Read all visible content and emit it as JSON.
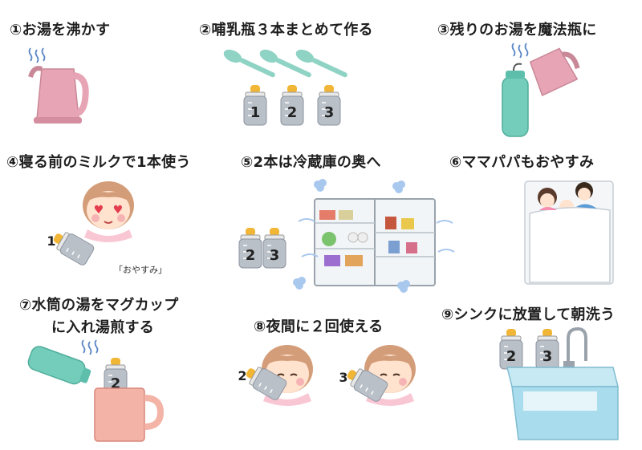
{
  "steps": [
    {
      "label": "①お湯を沸かす"
    },
    {
      "label": "②哺乳瓶３本まとめて作る"
    },
    {
      "label": "③残りのお湯を魔法瓶に"
    },
    {
      "label": "④寝る前のミルクで1本使う"
    },
    {
      "label": "⑤2本は冷蔵庫の奥へ"
    },
    {
      "label": "⑥ママパパもおやすみ"
    },
    {
      "label": "⑦水筒の湯をマグカップ",
      "label2": "に入れ湯煎する"
    },
    {
      "label": "⑧夜間に２回使える"
    },
    {
      "label": "⑨シンクに放置して朝洗う"
    }
  ],
  "baby_caption": "「おやすみ」",
  "bottle_numbers": [
    "1",
    "2",
    "3"
  ],
  "colors": {
    "kettle": "#e6a4b4",
    "bottle_body": "#b9c0c8",
    "bottle_cap": "#f2b637",
    "spoon": "#8fd3c4",
    "flask": "#74cdbb",
    "mug": "#f4b3a7",
    "sink": "#a9dcec",
    "steam": "#5a86c5",
    "cold_cloud": "#a9c8ee",
    "baby_hair": "#d49d79",
    "baby_bib": "#f9c6d4"
  }
}
